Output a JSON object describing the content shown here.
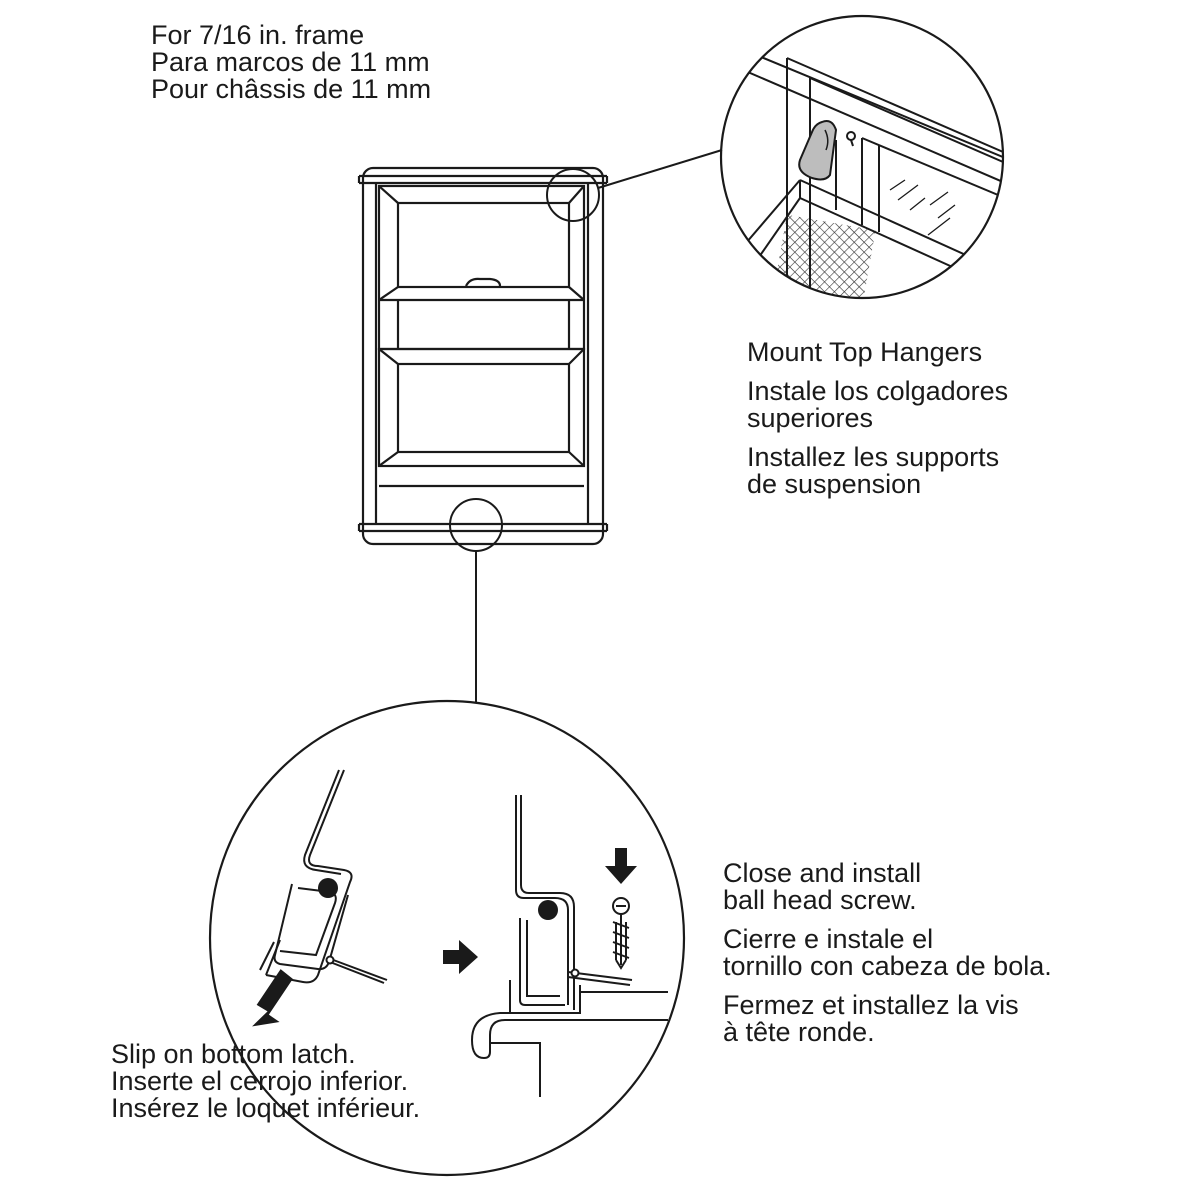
{
  "frame_note": {
    "en": "For 7/16 in. frame",
    "es": "Para marcos de 11 mm",
    "fr": "Pour châssis de 11 mm"
  },
  "top_hangers": {
    "en": "Mount Top Hangers",
    "es_1": "Instale los colgadores",
    "es_2": "superiores",
    "fr_1": "Installez les supports",
    "fr_2": "de suspension"
  },
  "close_install": {
    "en_1": "Close and install",
    "en_2": "ball head screw.",
    "es_1": "Cierre e instale el",
    "es_2": "tornillo con cabeza de bola.",
    "fr_1": "Fermez et installez la vis",
    "fr_2": "à tête ronde."
  },
  "bottom_latch": {
    "en": "Slip on bottom latch.",
    "es": "Inserte el cerrojo inferior.",
    "fr": "Insérez le loquet inférieur."
  },
  "colors": {
    "line": "#1a1a1a",
    "hanger_fill": "#bdbdbd",
    "background": "#ffffff"
  }
}
